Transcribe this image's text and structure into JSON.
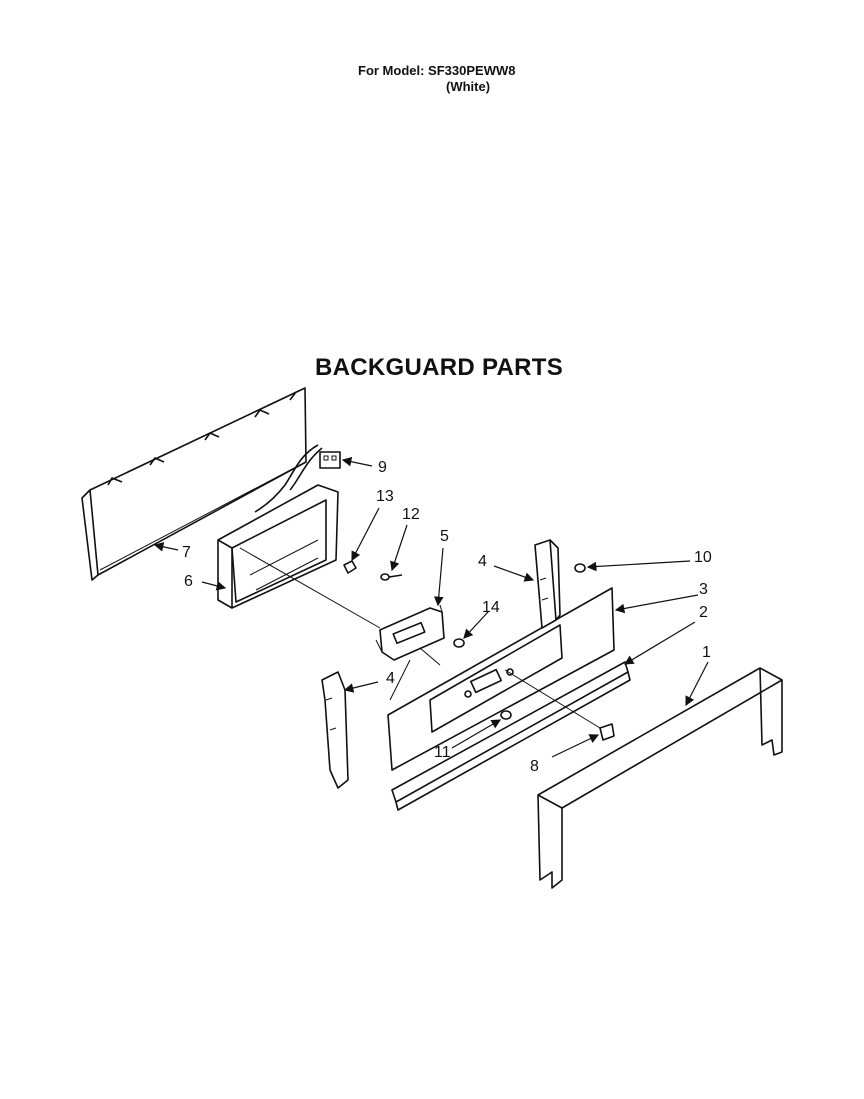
{
  "header": {
    "model_line": "For Model: SF330PEWW8",
    "color_line": "(White)"
  },
  "diagram": {
    "title": "BACKGUARD PARTS",
    "callouts": {
      "c1": "1",
      "c2": "2",
      "c3": "3",
      "c4a": "4",
      "c4b": "4",
      "c5": "5",
      "c6": "6",
      "c7": "7",
      "c8": "8",
      "c9": "9",
      "c10": "10",
      "c11": "11",
      "c12": "12",
      "c13": "13",
      "c14": "14"
    }
  }
}
